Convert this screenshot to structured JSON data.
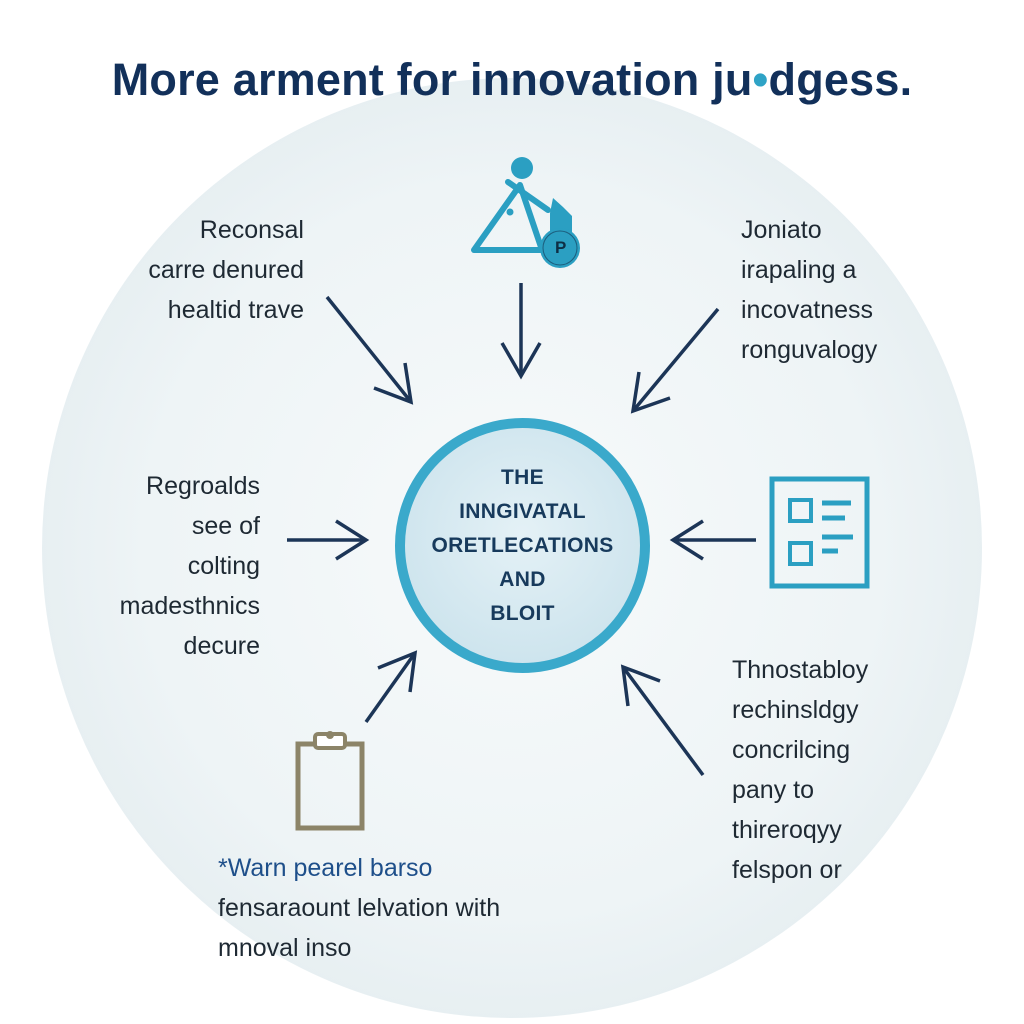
{
  "title": {
    "text_before": "More arment for innovation ju",
    "text_dot": "•",
    "text_after": "dgess."
  },
  "hub": {
    "lines": [
      "THE",
      "INNGIVATAL",
      "ORETLECATIONS",
      "AND",
      "BLOIT"
    ]
  },
  "icons": {
    "top": "triangle-people-p-icon",
    "top_badge": "P",
    "right": "checklist-icon",
    "bottom_left": "clipboard-icon"
  },
  "labels": {
    "top_left": [
      "Reconsal",
      "carre denured",
      "healtid trave"
    ],
    "top_right": [
      "Joniato",
      "irapaling a",
      "incovatness",
      "ronguvalogy"
    ],
    "mid_left": [
      "Regroalds",
      "see of",
      "colting",
      "madesthnics",
      "decure"
    ],
    "bottom_right": [
      "Thnostabloy",
      "rechinsldgy",
      "concrilcing",
      "pany to",
      "thireroqyy",
      "felspon or"
    ],
    "bottom_left": [
      "*Warn pearel barso",
      "fensaraount lelvation with",
      "mnoval insо"
    ]
  },
  "colors": {
    "title": "#12305a",
    "hub_border": "#3aa9cb",
    "arrow": "#1c3557",
    "icon_teal": "#2b9fc2",
    "clipboard": "#8c8468",
    "bottom_left_accent": "#1e4f8a"
  }
}
